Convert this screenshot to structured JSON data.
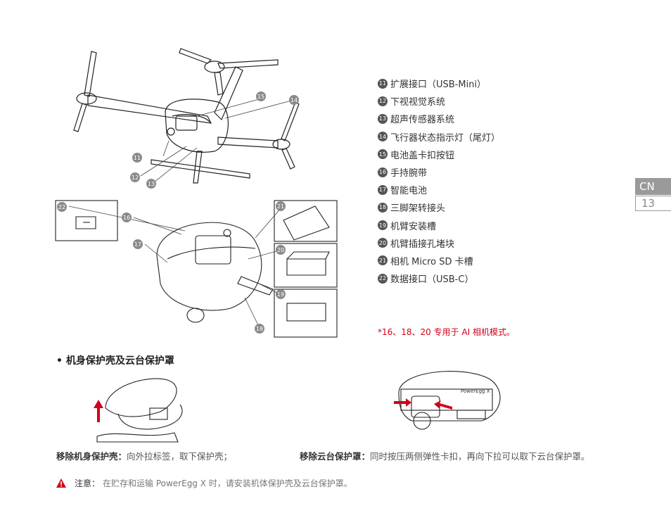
{
  "legend": [
    {
      "num": "11",
      "text": "扩展接口（USB-Mini）"
    },
    {
      "num": "12",
      "text": "下视视觉系统"
    },
    {
      "num": "13",
      "text": "超声传感器系统"
    },
    {
      "num": "14",
      "text": "飞行器状态指示灯（尾灯）"
    },
    {
      "num": "15",
      "text": "电池盖卡扣按钮"
    },
    {
      "num": "16",
      "text": "手持腕带"
    },
    {
      "num": "17",
      "text": "智能电池"
    },
    {
      "num": "18",
      "text": "三脚架转接头"
    },
    {
      "num": "19",
      "text": "机臂安装槽"
    },
    {
      "num": "20",
      "text": "机臂插接孔堵块"
    },
    {
      "num": "21",
      "text": "相机 Micro SD 卡槽"
    },
    {
      "num": "22",
      "text": "数据接口（USB-C）"
    }
  ],
  "callouts": {
    "c11": "11",
    "c12": "12",
    "c13": "13",
    "c14": "14",
    "c15": "15",
    "c16": "16",
    "c17": "17",
    "c18": "18",
    "c19": "19",
    "c20": "20",
    "c21": "21",
    "c22": "22"
  },
  "note_red": "*16、18、20 专用于 AI 相机模式。",
  "side_tab": {
    "lang": "CN",
    "page": "13"
  },
  "section_title": "• 机身保护壳及云台保护罩",
  "captions": {
    "left_label": "移除机身保护壳：",
    "left_text": "向外拉标签，取下保护壳；",
    "right_label": "移除云台保护罩：",
    "right_text": "同时按压两侧弹性卡扣，再向下拉可以取下云台保护罩。"
  },
  "warning": {
    "label": "注意：",
    "text": "在贮存和运输 PowerEgg X 时，请安装机体保护壳及云台保护罩。"
  },
  "product_mark": "PowerEgg X",
  "colors": {
    "accent_red": "#d0021b",
    "tab_gray": "#9a9a9a",
    "callout_bg": "#8a8a8a"
  }
}
